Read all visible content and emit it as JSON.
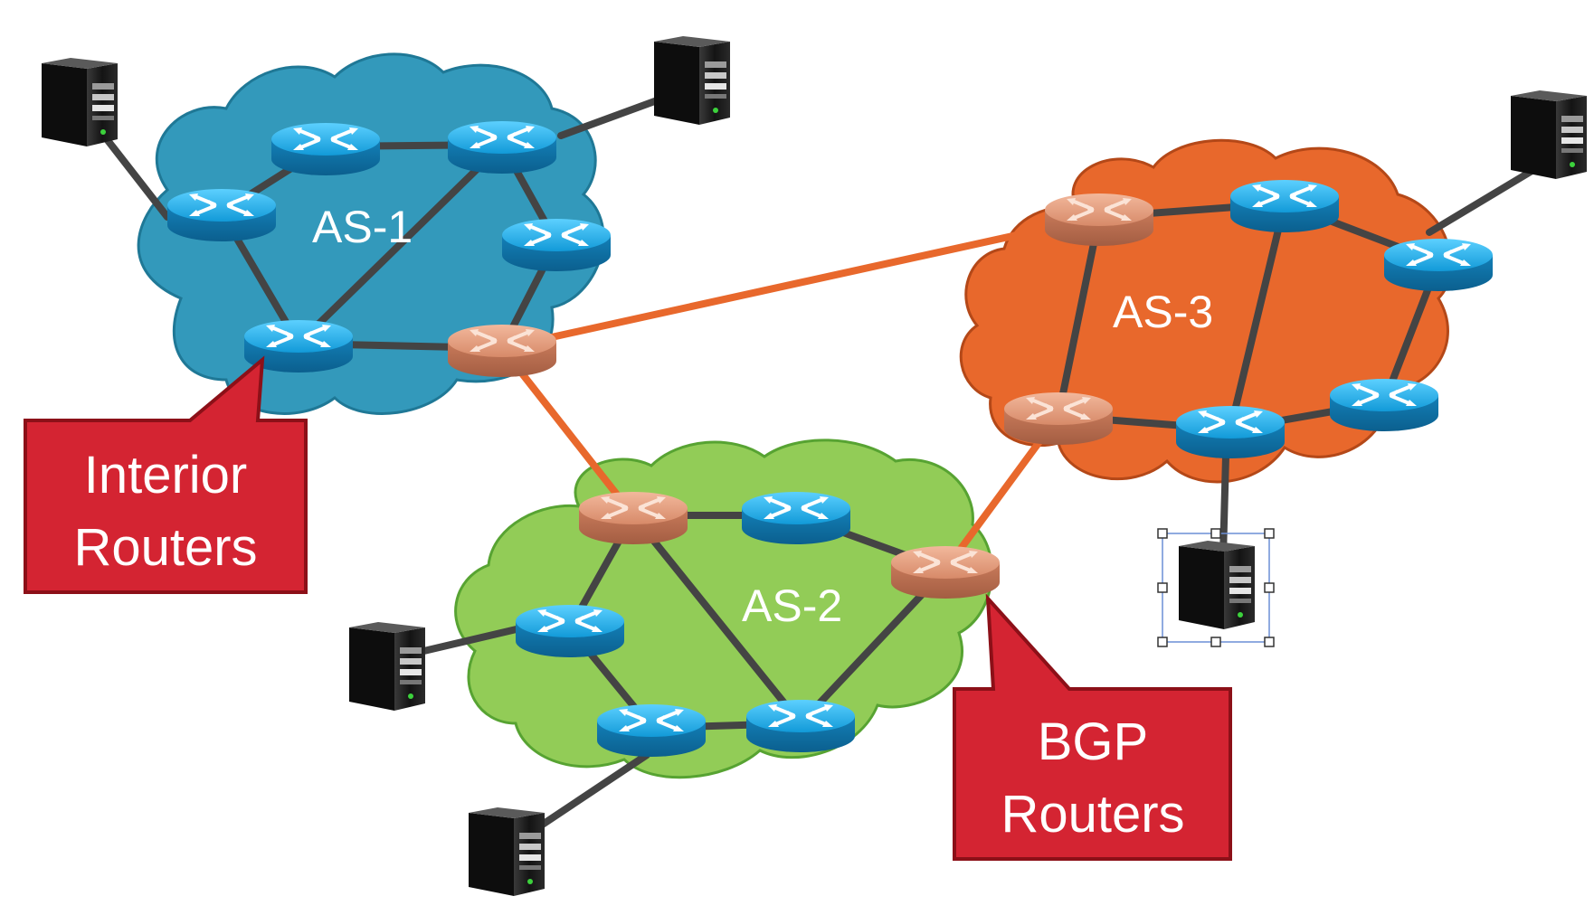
{
  "diagram": {
    "clouds": [
      {
        "id": "as1",
        "label": "AS-1",
        "color": "#3399bb"
      },
      {
        "id": "as2",
        "label": "AS-2",
        "color": "#92cc57"
      },
      {
        "id": "as3",
        "label": "AS-3",
        "color": "#e8682c"
      }
    ],
    "callouts": {
      "interior": {
        "line1": "Interior",
        "line2": "Routers"
      },
      "bgp": {
        "line1": "BGP",
        "line2": "Routers"
      }
    },
    "router_types": {
      "interior": {
        "color": "#1a9fd6"
      },
      "bgp": {
        "color": "#d88a6a"
      }
    },
    "colors": {
      "interior_link": "#444444",
      "bgp_link": "#e8682c",
      "callout": "#d42432",
      "server": "#1a1a1a",
      "selection": "#6b8fd6"
    }
  }
}
